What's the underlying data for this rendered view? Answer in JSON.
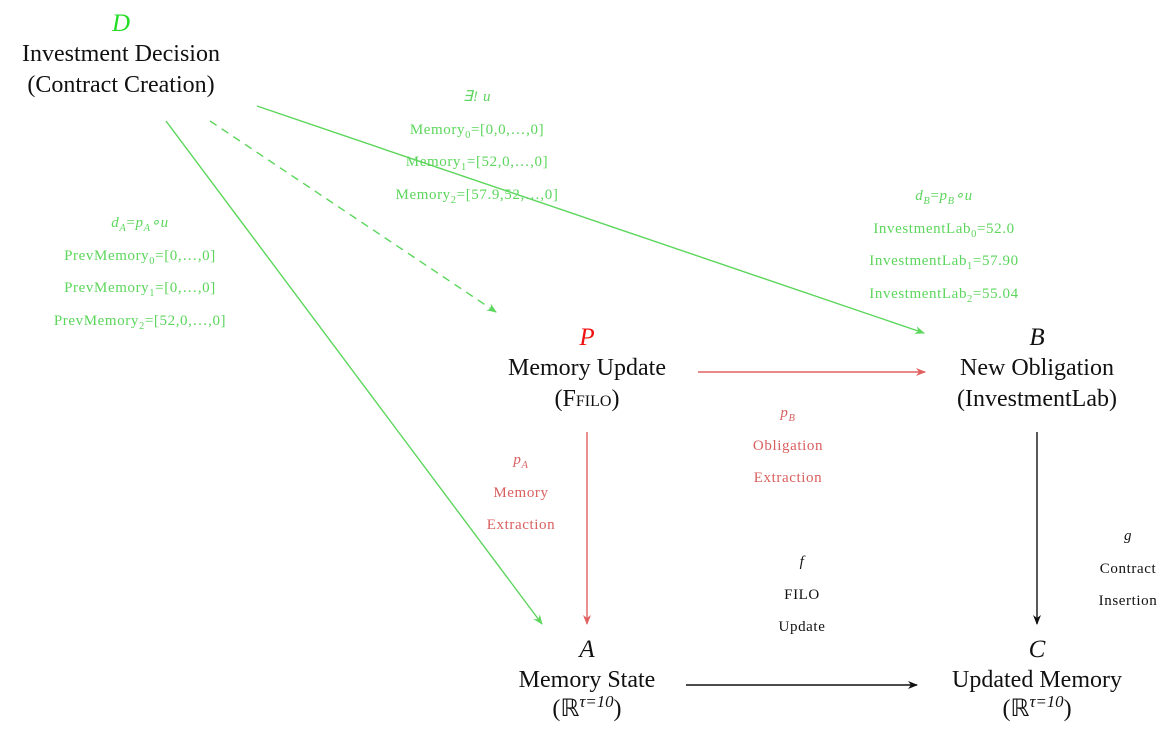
{
  "nodes": {
    "D": {
      "symbol": "D",
      "title": "Investment Decision",
      "subtitle": "(Contract Creation)"
    },
    "P": {
      "symbol": "P",
      "title": "Memory Update",
      "subtitle_open": "(F",
      "subtitle_sc": "filo",
      "subtitle_close": ")"
    },
    "B": {
      "symbol": "B",
      "title": "New Obligation",
      "subtitle": "(InvestmentLab)"
    },
    "A": {
      "symbol": "A",
      "title": "Memory State",
      "subtitle_open": "(ℝ",
      "subtitle_sup": "τ=10",
      "subtitle_close": ")"
    },
    "C": {
      "symbol": "C",
      "title": "Updated Memory",
      "subtitle_open": "(ℝ",
      "subtitle_sup": "τ=10",
      "subtitle_close": ")"
    }
  },
  "edges": {
    "u": {
      "name": "∃! u",
      "lines": [
        {
          "label": "Memory",
          "index": "0",
          "value": "=[0,0,…,0]"
        },
        {
          "label": "Memory",
          "index": "1",
          "value": "=[52,0,…,0]"
        },
        {
          "label": "Memory",
          "index": "2",
          "value": "=[57.9,52,…,0]"
        }
      ]
    },
    "dA": {
      "name_d": "d",
      "name_d_sub": "A",
      "eq": "=",
      "name_p": "p",
      "name_p_sub": "A",
      "comp": "∘u",
      "lines": [
        {
          "label": "PrevMemory",
          "index": "0",
          "value": "=[0,…,0]"
        },
        {
          "label": "PrevMemory",
          "index": "1",
          "value": "=[0,…,0]"
        },
        {
          "label": "PrevMemory",
          "index": "2",
          "value": "=[52,0,…,0]"
        }
      ]
    },
    "dB": {
      "name_d": "d",
      "name_d_sub": "B",
      "eq": "=",
      "name_p": "p",
      "name_p_sub": "B",
      "comp": "∘u",
      "lines": [
        {
          "label": "InvestmentLab",
          "index": "0",
          "value": "=52.0"
        },
        {
          "label": "InvestmentLab",
          "index": "1",
          "value": "=57.90"
        },
        {
          "label": "InvestmentLab",
          "index": "2",
          "value": "=55.04"
        }
      ]
    },
    "pA": {
      "name": "p",
      "name_sub": "A",
      "line1": "Memory",
      "line2": "Extraction"
    },
    "pB": {
      "name": "p",
      "name_sub": "B",
      "line1": "Obligation",
      "line2": "Extraction"
    },
    "f": {
      "name": "f",
      "line1": "FILO",
      "line2": "Update"
    },
    "g": {
      "name": "g",
      "line1": "Contract",
      "line2": "Insertion"
    }
  },
  "colors": {
    "green_arrow": "#5cd65c",
    "red_arrow": "#e06060",
    "black_arrow": "#111111",
    "green_symbol": "#22dd22",
    "red_symbol": "#ee1111"
  }
}
